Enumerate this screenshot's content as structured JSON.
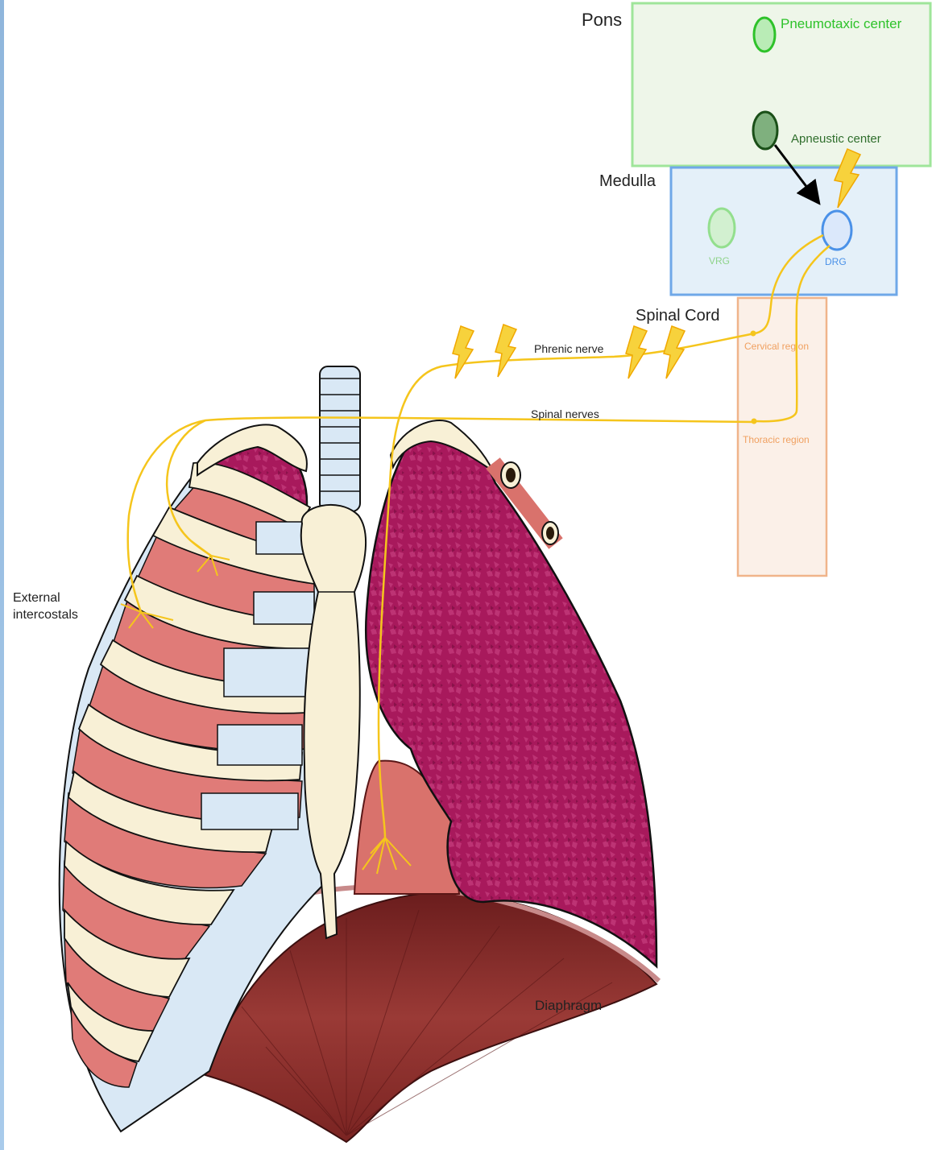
{
  "labels": {
    "pons": "Pons",
    "pneumotaxic": "Pneumotaxic center",
    "apneustic": "Apneustic center",
    "medulla": "Medulla",
    "vrg": "VRG",
    "drg": "DRG",
    "spinal_cord": "Spinal Cord",
    "cervical": "Cervical region",
    "thoracic": "Thoracic region",
    "phrenic": "Phrenic nerve",
    "spinal_nerves": "Spinal nerves",
    "external_1": "External",
    "external_2": "intercostals",
    "diaphragm": "Diaphragm"
  },
  "colors": {
    "pons_border": "#9fe59a",
    "pons_fill": "#eef6e9",
    "medulla_border": "#6fa8e8",
    "medulla_fill": "#e4f0f9",
    "cord_border": "#f0b48a",
    "cord_fill": "#fbf0e8",
    "nerve": "#f5c51c",
    "lung": "#a8195c",
    "muscle": "#e07b78",
    "rib": "#f8f0d6",
    "cartilage": "#d7e7f5",
    "diaphragm": "#8b2a2a"
  }
}
